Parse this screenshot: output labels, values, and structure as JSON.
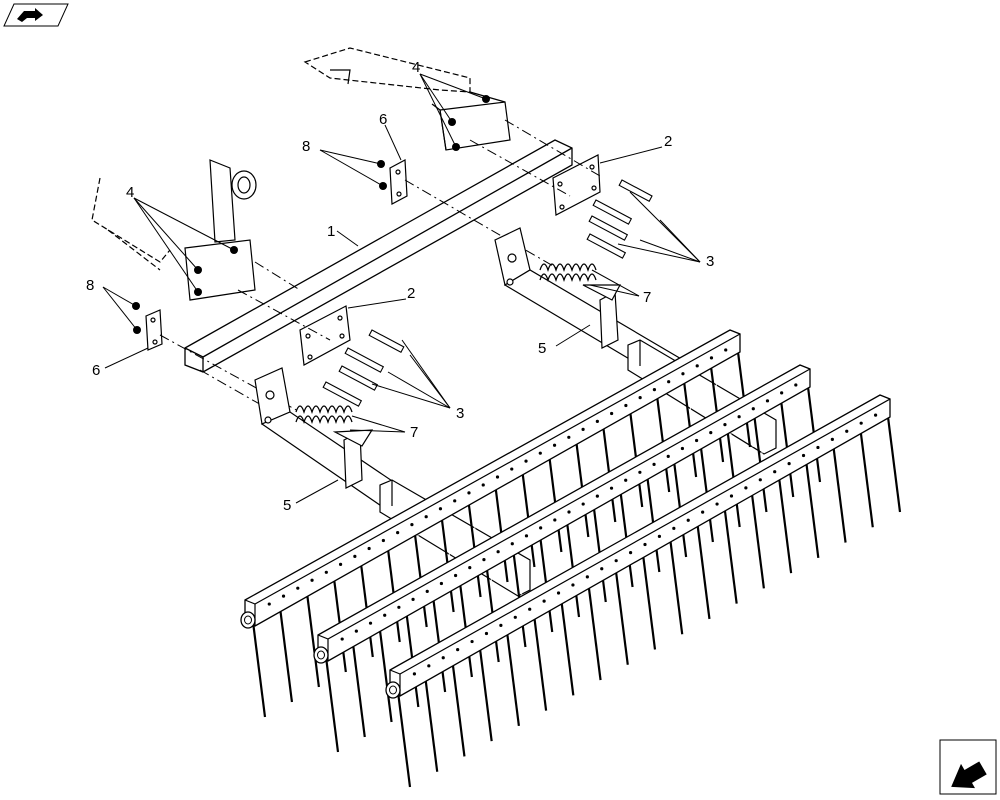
{
  "icons": {
    "top_nav": "previous-page-arrow-icon",
    "bottom_nav": "next-page-arrow-icon"
  },
  "callouts": {
    "main_beam": "1",
    "plate_right": "2",
    "plate_left": "2",
    "bolts_right": "3",
    "bolts_left": "3",
    "nuts_right_mount": "4",
    "nuts_left_mount": "4",
    "arm_right": "5",
    "arm_left": "5",
    "strap_top": "6",
    "strap_left": "6",
    "spring_right": "7",
    "spring_left": "7",
    "nuts_top": "8",
    "nuts_left": "8"
  },
  "colors": {
    "line": "#000000",
    "background": "#ffffff"
  }
}
